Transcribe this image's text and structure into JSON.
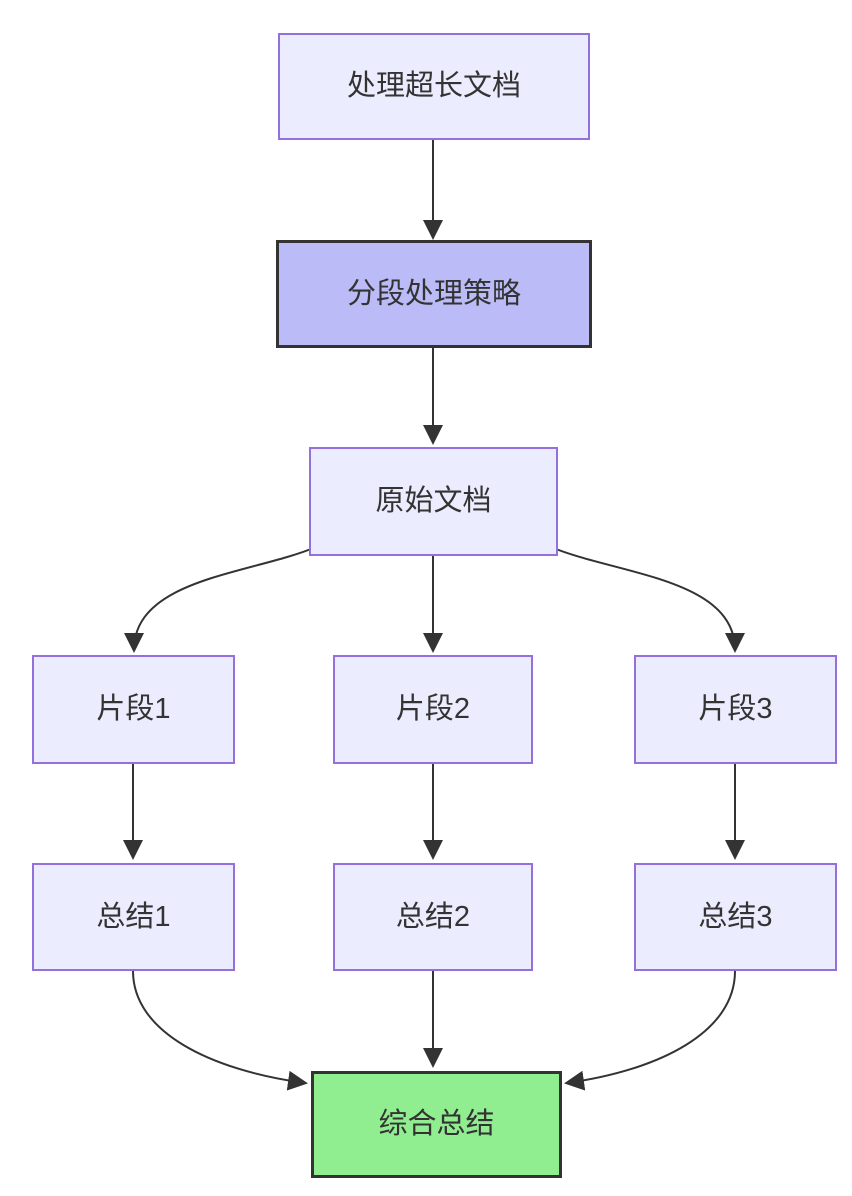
{
  "diagram": {
    "type": "flowchart",
    "direction": "top-down",
    "nodes": [
      {
        "id": "A",
        "label": "处理超长文档",
        "style": "light"
      },
      {
        "id": "B",
        "label": "分段处理策略",
        "style": "accent"
      },
      {
        "id": "C",
        "label": "原始文档",
        "style": "light"
      },
      {
        "id": "D1",
        "label": "片段1",
        "style": "light"
      },
      {
        "id": "D2",
        "label": "片段2",
        "style": "light"
      },
      {
        "id": "D3",
        "label": "片段3",
        "style": "light"
      },
      {
        "id": "E1",
        "label": "总结1",
        "style": "light"
      },
      {
        "id": "E2",
        "label": "总结2",
        "style": "light"
      },
      {
        "id": "E3",
        "label": "总结3",
        "style": "light"
      },
      {
        "id": "F",
        "label": "综合总结",
        "style": "result"
      }
    ],
    "edges": [
      {
        "from": "处理超长文档",
        "to": "分段处理策略"
      },
      {
        "from": "分段处理策略",
        "to": "原始文档"
      },
      {
        "from": "原始文档",
        "to": "片段1"
      },
      {
        "from": "原始文档",
        "to": "片段2"
      },
      {
        "from": "原始文档",
        "to": "片段3"
      },
      {
        "from": "片段1",
        "to": "总结1"
      },
      {
        "from": "片段2",
        "to": "总结2"
      },
      {
        "from": "片段3",
        "to": "总结3"
      },
      {
        "from": "总结1",
        "to": "综合总结"
      },
      {
        "from": "总结2",
        "to": "综合总结"
      },
      {
        "from": "总结3",
        "to": "综合总结"
      }
    ],
    "colors": {
      "background": "#FFFFFF",
      "node_fill_light": "#ECECFF",
      "node_stroke_light": "#9370DB",
      "node_fill_accent": "#BBBBF7",
      "node_fill_result": "#90EE90",
      "node_stroke_dark": "#333333",
      "edge_stroke": "#333333",
      "text": "#333333"
    }
  }
}
